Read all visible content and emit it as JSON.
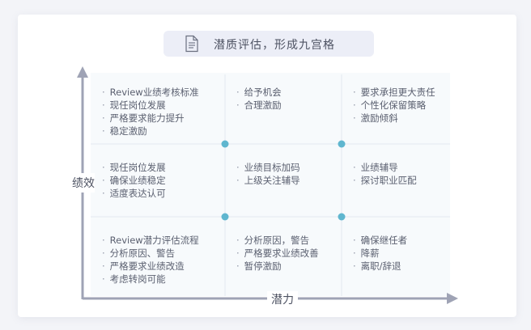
{
  "header": {
    "title": "潜质评估，形成九宫格",
    "icon": "document-icon"
  },
  "axes": {
    "y_label": "绩效",
    "x_label": "潜力"
  },
  "colors": {
    "axis": "#9fa3b5",
    "node": "#5fb6cf",
    "grid_line": "#e3e8ef"
  },
  "cells": [
    {
      "id": "high-low",
      "items": [
        "Review业绩考核标准",
        "现任岗位发展",
        "严格要求能力提升",
        "稳定激励"
      ]
    },
    {
      "id": "high-mid",
      "items": [
        "给予机会",
        "合理激励"
      ]
    },
    {
      "id": "high-high",
      "items": [
        "要求承担更大责任",
        "个性化保留策略",
        "激励倾斜"
      ]
    },
    {
      "id": "mid-low",
      "items": [
        "现任岗位发展",
        "确保业绩稳定",
        "适度表达认可"
      ]
    },
    {
      "id": "mid-mid",
      "items": [
        "业绩目标加码",
        "上级关注辅导"
      ]
    },
    {
      "id": "mid-high",
      "items": [
        "业绩辅导",
        "探讨职业匹配"
      ]
    },
    {
      "id": "low-low",
      "items": [
        "Review潜力评估流程",
        "分析原因、警告",
        "严格要求业绩改造",
        "考虑转岗可能"
      ]
    },
    {
      "id": "low-mid",
      "items": [
        "分析原因，警告",
        "严格要求业绩改善",
        "暂停激励"
      ]
    },
    {
      "id": "low-high",
      "items": [
        "确保继任者",
        "降薪",
        "离职/辞退"
      ]
    }
  ]
}
